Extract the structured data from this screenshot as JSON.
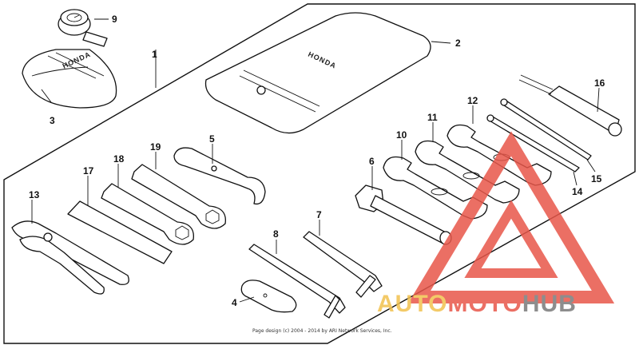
{
  "diagram": {
    "part_numbers": {
      "p1": "1",
      "p2": "2",
      "p3": "3",
      "p4": "4",
      "p5": "5",
      "p6": "6",
      "p7": "7",
      "p8": "8",
      "p9": "9",
      "p10": "10",
      "p11": "11",
      "p12": "12",
      "p13": "13",
      "p14": "14",
      "p15": "15",
      "p16": "16",
      "p17": "17",
      "p18": "18",
      "p19": "19"
    },
    "pouch_brand": "HONDA",
    "copyright": "Page design (c) 2004 - 2014 by ARI Network Services, Inc."
  },
  "watermark": {
    "part_a": "AUTO",
    "part_b": "MOTO",
    "part_c": "HUB",
    "colors": {
      "auto": "#f2c14e",
      "moto": "#e8574a",
      "hub": "#7a7a7a",
      "triangle": "#e8574a"
    }
  }
}
